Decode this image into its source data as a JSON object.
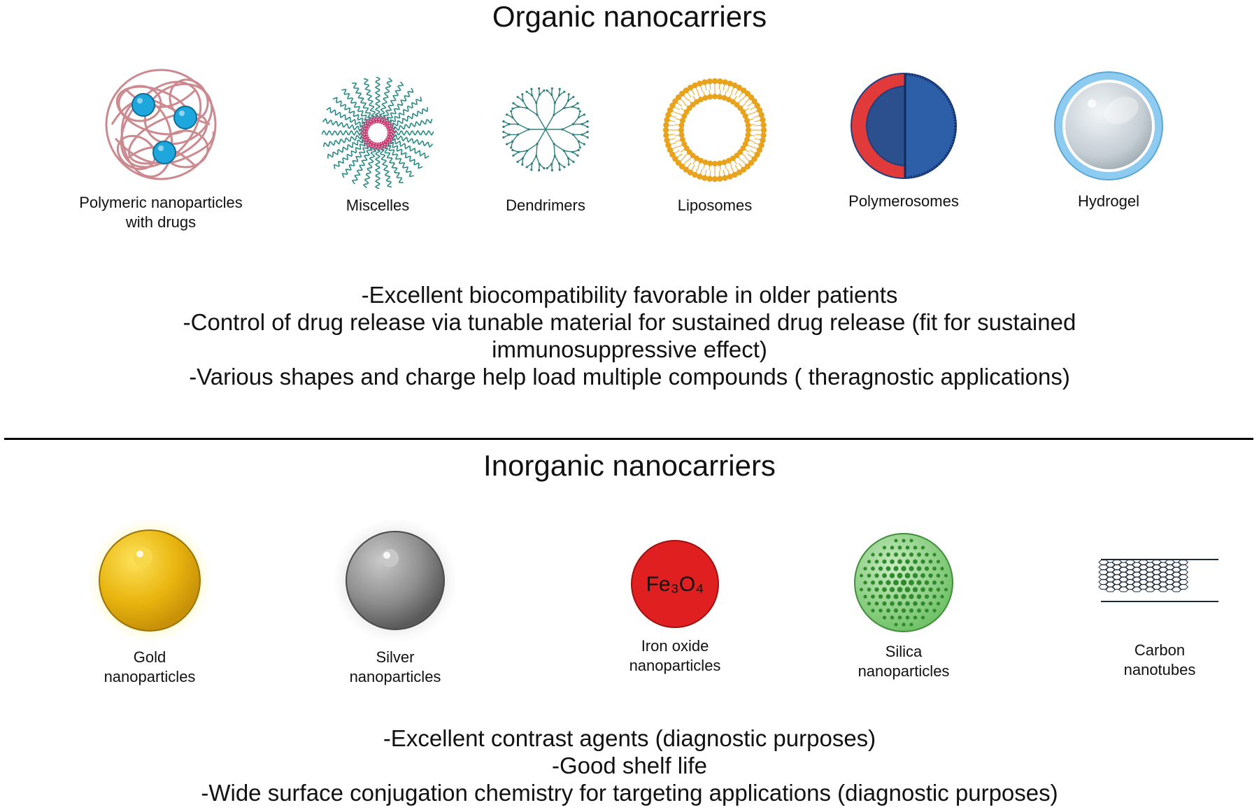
{
  "organic": {
    "title": "Organic nanocarriers",
    "items": [
      {
        "label": "Polymeric nanoparticles\nwith drugs",
        "icon": "polymeric-nanoparticle-icon"
      },
      {
        "label": "Miscelles",
        "icon": "micelle-icon"
      },
      {
        "label": "Dendrimers",
        "icon": "dendrimer-icon"
      },
      {
        "label": "Liposomes",
        "icon": "liposome-icon"
      },
      {
        "label": "Polymerosomes",
        "icon": "polymersome-icon"
      },
      {
        "label": "Hydrogel",
        "icon": "hydrogel-icon"
      }
    ],
    "notes": [
      "-Excellent biocompatibility favorable in older patients",
      "-Control of drug release via tunable material for sustained drug release (fit for sustained immunosuppressive effect)",
      "-Various shapes and charge help load multiple compounds ( theragnostic applications)"
    ]
  },
  "inorganic": {
    "title": "Inorganic nanocarriers",
    "items": [
      {
        "label": "Gold\nnanoparticles",
        "icon": "gold-nanoparticle-icon"
      },
      {
        "label": "Silver\nnanoparticles",
        "icon": "silver-nanoparticle-icon"
      },
      {
        "label": "Iron oxide\nnanoparticles",
        "icon": "iron-oxide-nanoparticle-icon",
        "formula": "Fe₃O₄"
      },
      {
        "label": "Silica\nnanoparticles",
        "icon": "silica-nanoparticle-icon"
      },
      {
        "label": "Carbon\nnanotubes",
        "icon": "carbon-nanotube-icon"
      }
    ],
    "notes": [
      "-Excellent contrast agents (diagnostic purposes)",
      "-Good shelf life",
      "-Wide surface conjugation chemistry for targeting applications (diagnostic purposes)"
    ]
  },
  "colors": {
    "polymer": "#c9848a",
    "drug": "#1ea7dc",
    "micelle_tail": "#2a8a86",
    "micelle_head": "#c8336b",
    "dendrimer": "#2f7f7c",
    "liposome": "#e8a21c",
    "polymersome_red": "#e03a3a",
    "polymersome_blue": "#2c5fa8",
    "hydrogel": "#8ecbf0",
    "gold": "#e9b50f",
    "silver": "#8f8f8f",
    "iron_oxide": "#e02020",
    "silica": "#6bbf62",
    "carbon": "#1a2a38"
  }
}
